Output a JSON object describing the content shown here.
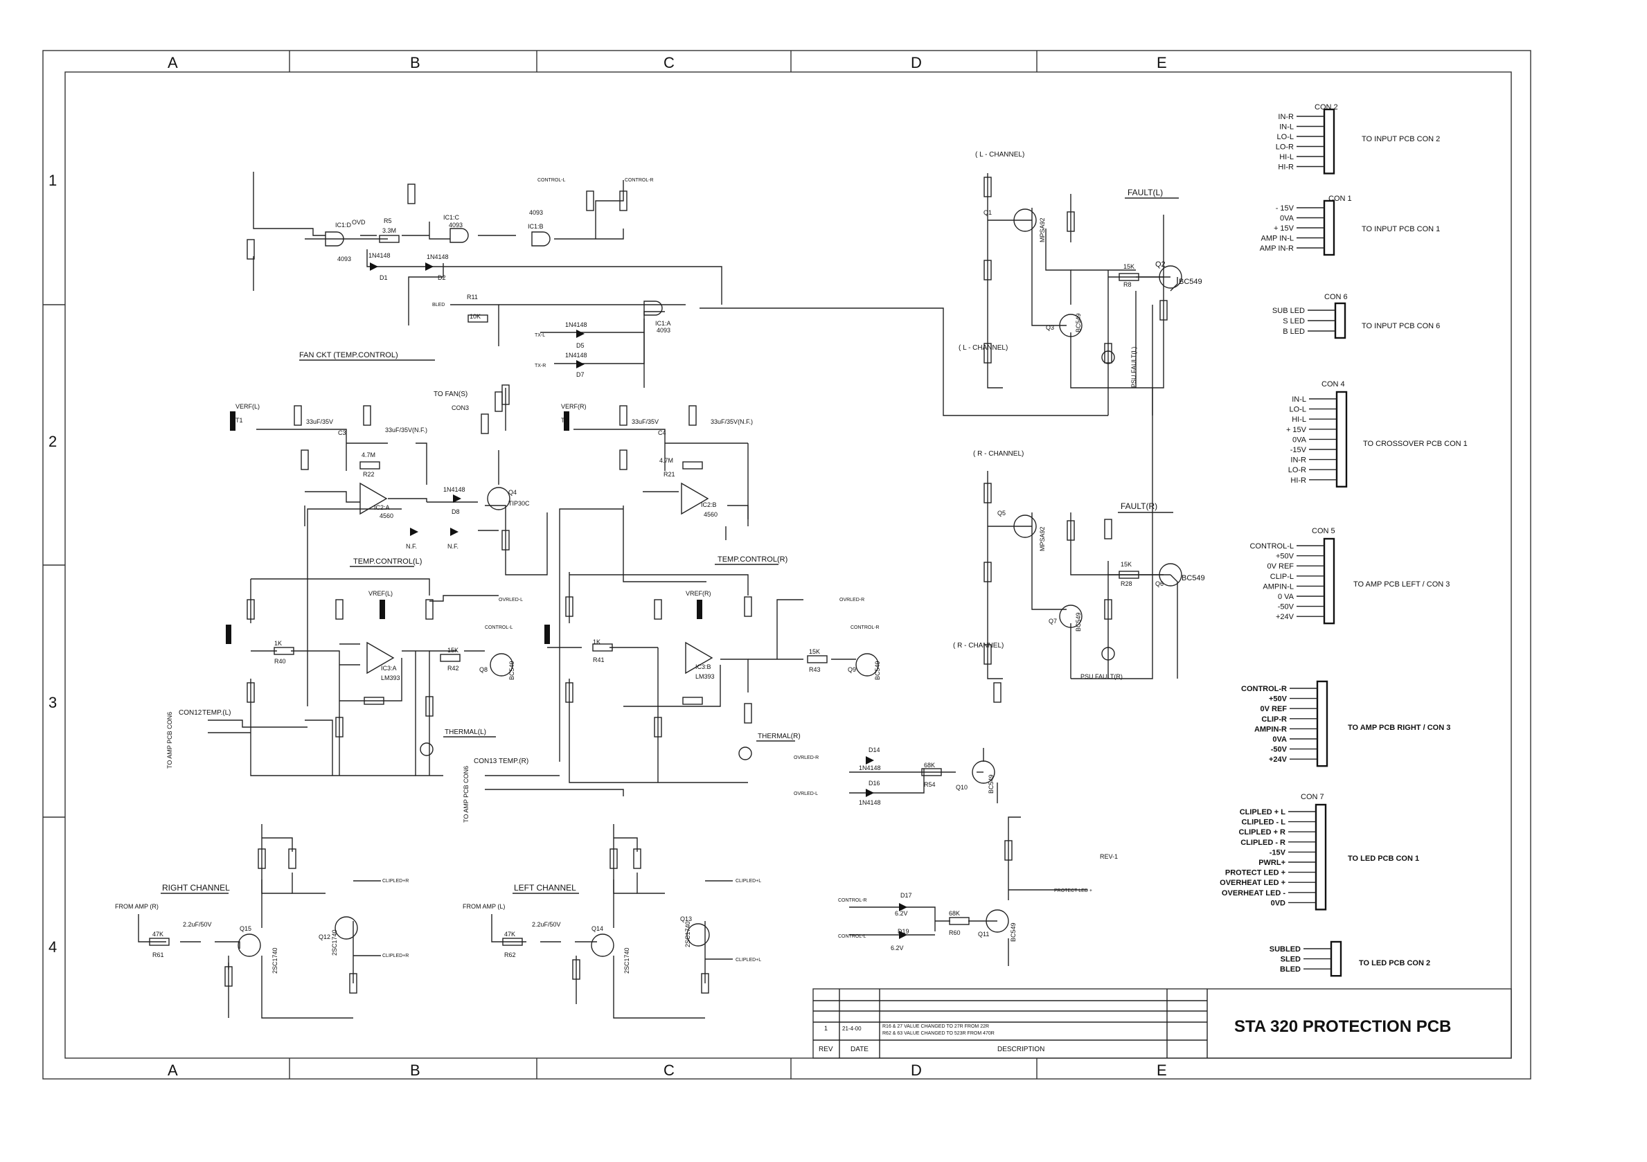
{
  "grid": {
    "columns": [
      "A",
      "B",
      "C",
      "D",
      "E"
    ],
    "rows": [
      "1",
      "2",
      "3",
      "4"
    ]
  },
  "title_block": {
    "title": "STA 320 PROTECTION PCB",
    "revision": "1",
    "date": "21-4-00",
    "note_line1": "R16 & 27 VALUE CHANGED TO 27R FROM 22R",
    "note_line2": "R62 & 63 VALUE CHANGED TO 523R FROM 470R",
    "col_rev": "REV",
    "col_date": "DATE",
    "col_description": "DESCRIPTION",
    "rev_mark": "REV-1"
  },
  "connectors": [
    {
      "name": "CON 2",
      "pins": [
        "IN-R",
        "IN-L",
        "LO-L",
        "LO-R",
        "HI-L",
        "HI-R"
      ],
      "dest": "TO INPUT PCB CON 2"
    },
    {
      "name": "CON 1",
      "pins": [
        "- 15V",
        "0VA",
        "+ 15V",
        "AMP IN-L",
        "AMP IN-R"
      ],
      "dest": "TO INPUT PCB CON 1"
    },
    {
      "name": "CON 6",
      "pins": [
        "SUB LED",
        "S LED",
        "B LED"
      ],
      "dest": "TO INPUT PCB CON 6"
    },
    {
      "name": "CON 4",
      "pins": [
        "IN-L",
        "LO-L",
        "HI-L",
        "+ 15V",
        "0VA",
        "-15V",
        "IN-R",
        "LO-R",
        "HI-R"
      ],
      "dest": "TO CROSSOVER PCB CON 1"
    },
    {
      "name": "CON 5",
      "pins": [
        "CONTROL-L",
        "+50V",
        "0V REF",
        "CLIP-L",
        "AMPIN-L",
        "0 VA",
        "-50V",
        "+24V"
      ],
      "dest": "TO AMP PCB LEFT / CON 3"
    },
    {
      "name": "",
      "pins": [
        "CONTROL-R",
        "+50V",
        "0V REF",
        "CLIP-R",
        "AMPIN-R",
        "0VA",
        "-50V",
        "+24V"
      ],
      "dest": "TO AMP PCB RIGHT / CON 3"
    },
    {
      "name": "CON 7",
      "pins": [
        "CLIPLED + L",
        "CLIPLED - L",
        "CLIPLED + R",
        "CLIPLED - R",
        "-15V",
        "PWRL+",
        "PROTECT LED +",
        "OVERHEAT LED +",
        "OVERHEAT LED -",
        "0VD"
      ],
      "dest": "TO LED PCB CON 1"
    },
    {
      "name": "",
      "pins": [
        "SUBLED",
        "SLED",
        "BLED"
      ],
      "dest": "TO LED PCB CON 2"
    }
  ],
  "sections": {
    "fan": "FAN CKT (TEMP.CONTROL)",
    "temp_l": "TEMP.CONTROL(L)",
    "temp_r": "TEMP.CONTROL(R)",
    "right_ch": "RIGHT CHANNEL",
    "left_ch": "LEFT CHANNEL",
    "l_channel": "( L - CHANNEL)",
    "r_channel": "( R - CHANNEL)",
    "fault_l": "FAULT(L)",
    "fault_r": "FAULT(R)",
    "thermal_l": "THERMAL(L)",
    "thermal_r": "THERMAL(R)",
    "to_fan": "TO FAN(S)",
    "psu_fault_l": "PSU FAULT(L)",
    "psu_fault_r": "PSU FAULT(R)",
    "con12": "CON12",
    "con13": "CON13",
    "con3": "CON3",
    "temp_lc": "TEMP.(L)",
    "temp_rc": "TEMP.(R)",
    "to_amp_con6a": "TO AMP PCB CON6",
    "to_amp_con6b": "TO AMP PCB CON6",
    "from_amp_r": "FROM AMP (R)",
    "from_amp_l": "FROM AMP (L)"
  },
  "components": {
    "ic1c": "IC1:C",
    "ic1d": "IC1:D",
    "ic1b": "IC1:B",
    "ic1a": "IC1:A",
    "n4093a": "4093",
    "n4093b": "4093",
    "n4093c": "4093",
    "n4093d": "4093",
    "ic2a": "IC2:A",
    "ic2b": "IC2:B",
    "n4560a": "4560",
    "n4560b": "4560",
    "ic3a": "IC3:A",
    "ic3b": "IC3:B",
    "lm393a": "LM393",
    "lm393b": "LM393",
    "q1": "Q1",
    "q2": "Q2",
    "q3": "Q3",
    "q4": "Q4",
    "q5": "Q5",
    "q6": "Q6",
    "q7": "Q7",
    "q8": "Q8",
    "q9": "Q9",
    "q10": "Q10",
    "q11": "Q11",
    "q12": "Q12",
    "q13": "Q13",
    "q14": "Q14",
    "q15": "Q15",
    "bc549": "BC549",
    "tip30c": "TIP30C",
    "mpsa92": "MPSA92",
    "sc1740": "2SC1740",
    "r5": "R5",
    "r5v": "3.3M",
    "r11": "R11",
    "r11v": "10K",
    "r8": "R8",
    "r8v": "15K",
    "r28": "R28",
    "r28v": "15K",
    "r40": "R40",
    "r40v": "1K",
    "r41": "R41",
    "r41v": "1K",
    "r42": "R42",
    "r42v": "15K",
    "r43": "R43",
    "r43v": "15K",
    "r54": "R54",
    "r54v": "68K",
    "r60": "R60",
    "r60v": "68K",
    "r61": "R61",
    "r61v": "47K",
    "r62": "R62",
    "r62v": "47K",
    "r22": "R22",
    "r22v": "4.7M",
    "r21": "R21",
    "r21v": "4.7M",
    "d1": "D1",
    "d2": "D2",
    "d5": "D5",
    "d7": "D7",
    "d8": "D8",
    "d14": "D14",
    "d16": "D16",
    "d17": "D17",
    "d19": "D19",
    "n4148": "1N4148",
    "n62v": "6.2V",
    "c3": "C3",
    "c3v": "33uF/35V",
    "c4": "C4",
    "c4v": "33uF/35V",
    "c6v": "33uF/35V(N.F.)",
    "c5v": "33uF/35V(N.F.)",
    "c12v": "2.2uF/50V",
    "c13v": "2.2uF/50V",
    "t1": "T1",
    "t2": "T2",
    "verf_l": "VERF(L)",
    "verf_r": "VERF(R)",
    "vref_l": "VREF(L)",
    "vref_r": "VREF(R)",
    "nf": "N.F.",
    "ovd": "OVD"
  },
  "nets": {
    "control_l": "CONTROL-L",
    "control_r": "CONTROL-R",
    "ovrled_l": "OVRLED-L",
    "ovrled_r": "OVRLED-R",
    "cliplde_r": "CLIPLED+R",
    "cliplde_l": "CLIPLED+L",
    "protect_led": "PROTECT LED +",
    "tx_l": "TX-L",
    "tx_r": "TX-R",
    "bled": "BLED"
  },
  "colors": {
    "ink": "#111111",
    "background": "#ffffff",
    "frame": "#333333"
  }
}
